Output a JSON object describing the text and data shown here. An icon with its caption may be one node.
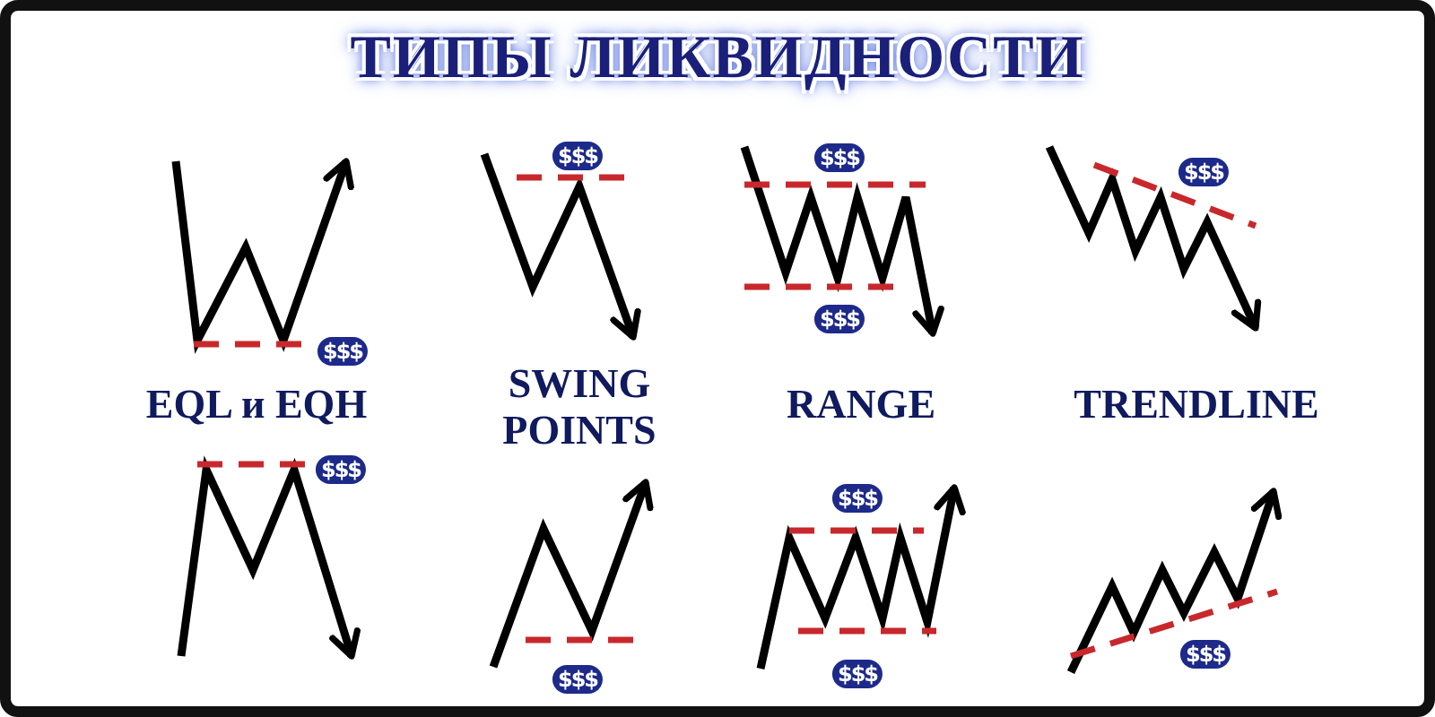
{
  "diagram": {
    "title": "ТИПЫ ЛИКВИДНОСТИ",
    "labels": [
      "$$$",
      "$$$",
      "$$$",
      "$$$",
      "$$$",
      "EQL и EQH",
      "SWING POINTS",
      "RANGE",
      "TRENDLINE",
      "$$$",
      "$$$",
      "$$$",
      "$$$",
      "$$$"
    ]
  }
}
